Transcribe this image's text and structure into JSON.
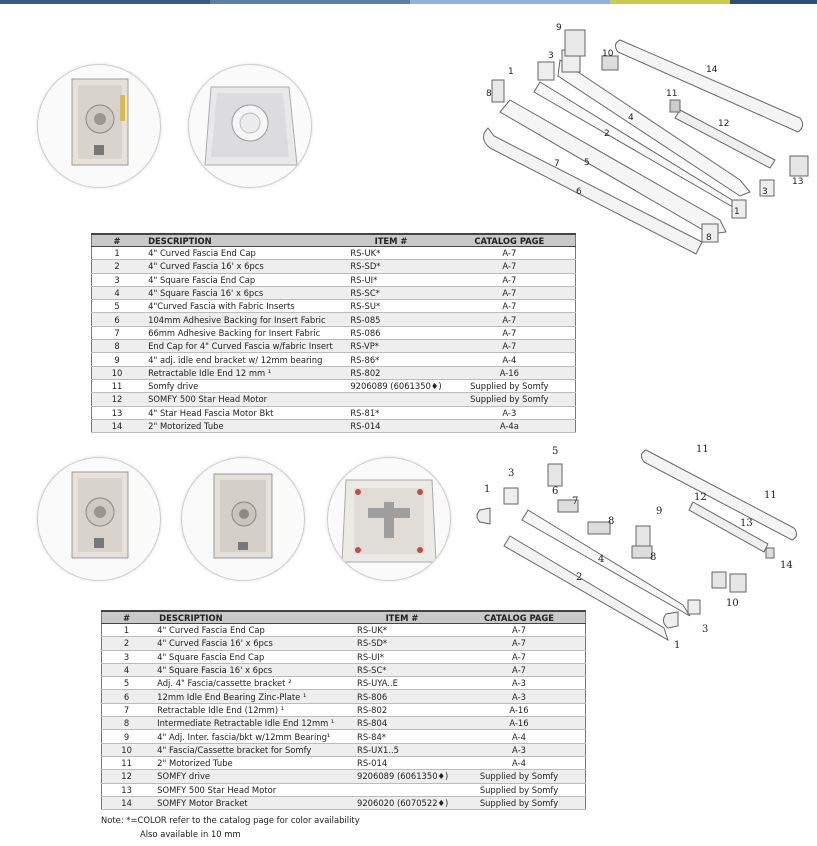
{
  "header_colors": [
    "#3a5a80",
    "#5c7fa8",
    "#8db3d6",
    "#c8cc4a",
    "#2f4f78"
  ],
  "table1": {
    "headers": [
      "#",
      "DESCRIPTION",
      "ITEM #",
      "CATALOG PAGE"
    ],
    "rows": [
      {
        "num": "1",
        "desc": "4\" Curved Fascia End Cap",
        "item": "RS-UK*",
        "page": "A-7"
      },
      {
        "num": "2",
        "desc": "4\" Curved Fascia 16' x 6pcs",
        "item": "RS-SD*",
        "page": "A-7"
      },
      {
        "num": "3",
        "desc": "4\" Square Fascia End Cap",
        "item": "RS-UI*",
        "page": "A-7"
      },
      {
        "num": "4",
        "desc": "4\" Square Fascia 16' x 6pcs",
        "item": "RS-SC*",
        "page": "A-7"
      },
      {
        "num": "5",
        "desc": "4\"Curved Fascia with Fabric Inserts",
        "item": "RS-SU*",
        "page": "A-7"
      },
      {
        "num": "6",
        "desc": "104mm Adhesive Backing for Insert Fabric",
        "item": "RS-085",
        "page": "A-7"
      },
      {
        "num": "7",
        "desc": "66mm Adhesive Backing for Insert Fabric",
        "item": "RS-086",
        "page": "A-7"
      },
      {
        "num": "8",
        "desc": "End Cap for 4\" Curved Fascia w/fabric Insert",
        "item": "RS-VP*",
        "page": "A-7"
      },
      {
        "num": "9",
        "desc": "4\" adj. idle end bracket w/ 12mm bearing",
        "item": "RS-86*",
        "page": "A-4"
      },
      {
        "num": "10",
        "desc": "Retractable Idle End 12 mm ¹",
        "item": "RS-802",
        "page": "A-16"
      },
      {
        "num": "11",
        "desc": "Somfy drive",
        "item": "9206089 (6061350♦)",
        "page": "Supplied by Somfy"
      },
      {
        "num": "12",
        "desc": "SOMFY 500 Star Head Motor",
        "item": "",
        "page": "Supplied by Somfy"
      },
      {
        "num": "13",
        "desc": "4\" Star Head Fascia Motor Bkt",
        "item": "RS-81*",
        "page": "A-3"
      },
      {
        "num": "14",
        "desc": "2\" Motorized Tube",
        "item": "RS-014",
        "page": "A-4a"
      }
    ]
  },
  "table2": {
    "headers": [
      "#",
      "DESCRIPTION",
      "ITEM #",
      "CATALOG PAGE"
    ],
    "rows": [
      {
        "num": "1",
        "desc": "4\" Curved Fascia End Cap",
        "item": "RS-UK*",
        "page": "A-7"
      },
      {
        "num": "2",
        "desc": "4\" Curved Fascia 16' x 6pcs",
        "item": "RS-SD*",
        "page": "A-7"
      },
      {
        "num": "3",
        "desc": "4\" Square Fascia End Cap",
        "item": "RS-UI*",
        "page": "A-7"
      },
      {
        "num": "4",
        "desc": "4\" Square Fascia 16' x 6pcs",
        "item": "RS-SC*",
        "page": "A-7"
      },
      {
        "num": "5",
        "desc": "Adj. 4\" Fascia/cassette bracket ²",
        "item": "RS-UYA..E",
        "page": "A-3"
      },
      {
        "num": "6",
        "desc": "12mm Idle End Bearing Zinc-Plate ¹",
        "item": "RS-806",
        "page": "A-3"
      },
      {
        "num": "7",
        "desc": "Retractable Idle End (12mm) ¹",
        "item": "RS-802",
        "page": "A-16"
      },
      {
        "num": "8",
        "desc": "Intermediate Retractable Idle End 12mm ¹",
        "item": "RS-804",
        "page": "A-16"
      },
      {
        "num": "9",
        "desc": "4\" Adj. Inter. fascia/bkt w/12mm Bearing¹",
        "item": "RS-84*",
        "page": "A-4"
      },
      {
        "num": "10",
        "desc": "4\" Fascia/Cassette bracket for Somfy",
        "item": "RS-UX1..5",
        "page": "A-3"
      },
      {
        "num": "11",
        "desc": "2\" Motorized Tube",
        "item": "RS-014",
        "page": "A-4"
      },
      {
        "num": "12",
        "desc": "SOMFY drive",
        "item": "9206089 (6061350♦)",
        "page": "Supplied by Somfy"
      },
      {
        "num": "13",
        "desc": "SOMFY 500 Star Head Motor",
        "item": "",
        "page": "Supplied by Somfy"
      },
      {
        "num": "14",
        "desc": "SOMFY Motor Bracket",
        "item": "9206020 (6070522♦)",
        "page": "Supplied by Somfy"
      }
    ]
  },
  "note": {
    "line1": "Note: *=COLOR refer to the catalog page for color availability",
    "line2": "Also available in 10 mm"
  },
  "diagram1_labels": [
    "1",
    "2",
    "3",
    "4",
    "5",
    "6",
    "7",
    "8",
    "9",
    "10",
    "11",
    "12",
    "13",
    "14",
    "1",
    "3",
    "8"
  ],
  "diagram2_labels": [
    "1",
    "2",
    "3",
    "4",
    "5",
    "6",
    "7",
    "8",
    "9",
    "10",
    "11",
    "12",
    "13",
    "14",
    "1",
    "3",
    "11",
    "8"
  ],
  "photo_icons": [
    "bracket-photo-icon",
    "end-cap-photo-icon",
    "bracket-photo-icon",
    "bracket-side-photo-icon",
    "bracket-back-photo-icon"
  ]
}
